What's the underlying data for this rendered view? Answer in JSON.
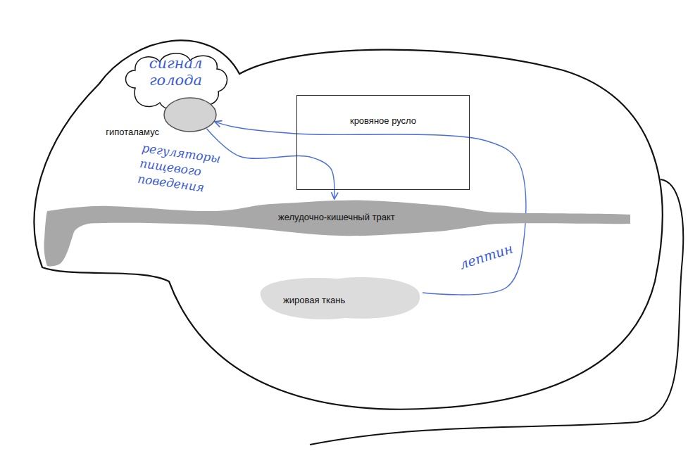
{
  "diagram": {
    "nodes": [
      {
        "text": [
          "сигнал голода"
        ]
      },
      {
        "text": [
          "гипоталамус"
        ]
      },
      {
        "text": [
          "кровяное русло"
        ]
      },
      {
        "text": [
          "желудочно-кишечный тракт"
        ]
      },
      {
        "text": [
          "жировая ткань"
        ]
      }
    ],
    "edges": [
      {
        "from": 1,
        "to": 3,
        "arrow": "to",
        "label": "регуляторы пищевого поведения"
      },
      {
        "from": 4,
        "to": 1,
        "arrow": "to",
        "label": "лептин"
      }
    ]
  }
}
